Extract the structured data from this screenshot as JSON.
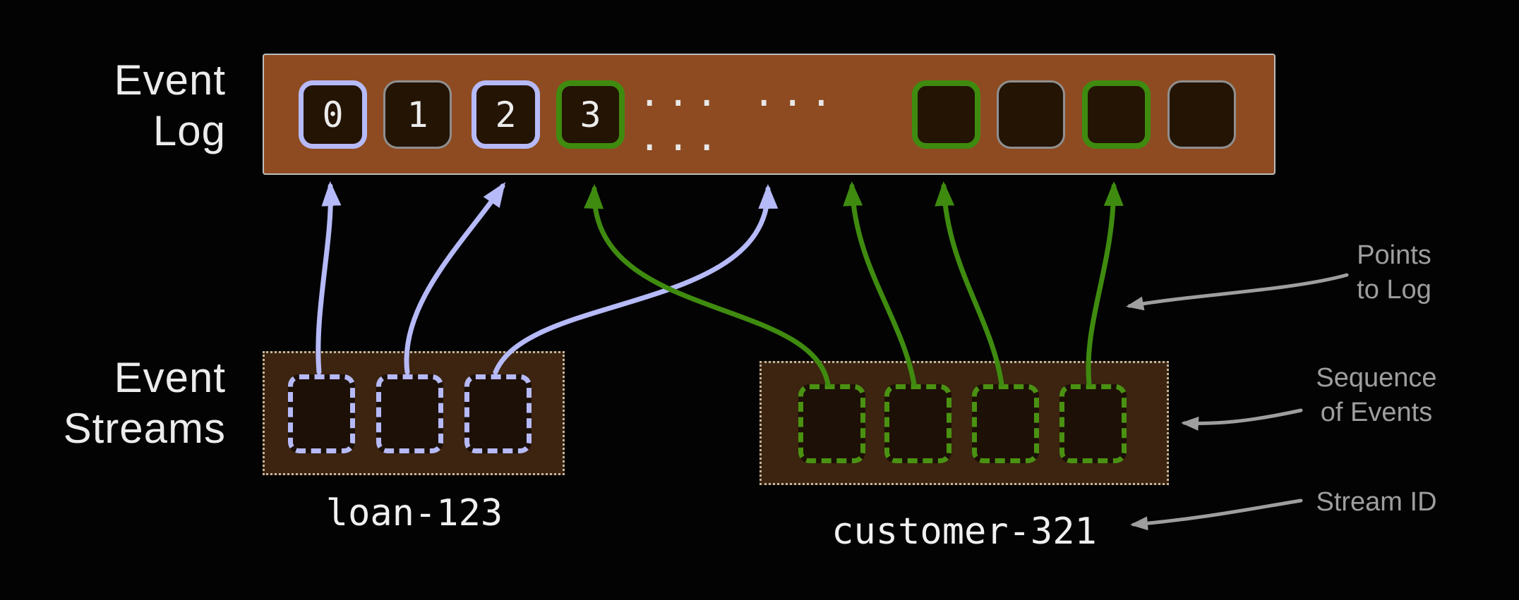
{
  "colors": {
    "background": "#030303",
    "log_bar_fill": "#8e4b21",
    "cell_fill": "#241404",
    "stream_box_fill": "#3c2410",
    "lavender": "#b6baf8",
    "green": "#3f8b10",
    "plain_border": "#8f8f8f",
    "annotation_gray": "#9e9e9e",
    "text": "#ececec"
  },
  "log": {
    "title_line1": "Event",
    "title_line2": "Log",
    "gap_dots": "... ... ...",
    "cells": [
      {
        "label": "0",
        "style": "lavender"
      },
      {
        "label": "1",
        "style": "plain"
      },
      {
        "label": "2",
        "style": "lavender"
      },
      {
        "label": "3",
        "style": "green"
      },
      {
        "label": "",
        "style": "green"
      },
      {
        "label": "",
        "style": "plain"
      },
      {
        "label": "",
        "style": "green"
      },
      {
        "label": "",
        "style": "plain"
      }
    ]
  },
  "streams": {
    "title_line1": "Event",
    "title_line2": "Streams",
    "items": [
      {
        "id": "loan-123",
        "color": "lavender",
        "event_count": 3
      },
      {
        "id": "customer-321",
        "color": "green",
        "event_count": 4
      }
    ]
  },
  "connections": {
    "loan-123": [
      "log-cell-0",
      "log-cell-2",
      "log-ellipsis"
    ],
    "customer-321": [
      "log-cell-3",
      "log-ellipsis",
      "log-cell-4",
      "log-cell-6"
    ]
  },
  "annotations": {
    "points_to_log": {
      "line1": "Points",
      "line2": "to Log"
    },
    "sequence_of_events": {
      "line1": "Sequence",
      "line2": "of Events"
    },
    "stream_id": {
      "line1": "Stream ID"
    }
  }
}
